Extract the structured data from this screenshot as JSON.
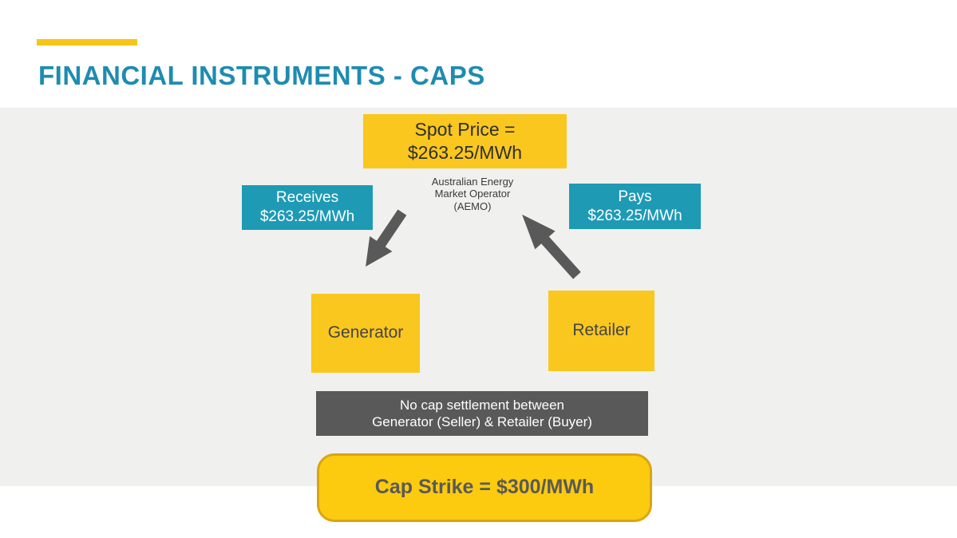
{
  "slide": {
    "title": "FINANCIAL INSTRUMENTS - CAPS"
  },
  "diagram": {
    "spot_price": {
      "line1": "Spot Price =",
      "line2": "$263.25/MWh"
    },
    "aemo": {
      "line1": "Australian Energy",
      "line2": "Market Operator",
      "line3": "(AEMO)"
    },
    "receives": {
      "line1": "Receives",
      "line2": "$263.25/MWh"
    },
    "pays": {
      "line1": "Pays",
      "line2": "$263.25/MWh"
    },
    "generator": {
      "label": "Generator"
    },
    "retailer": {
      "label": "Retailer"
    },
    "settlement": {
      "line1": "No cap settlement between",
      "line2": "Generator (Seller) & Retailer (Buyer)"
    },
    "cap_strike": {
      "label": "Cap Strike = $300/MWh"
    }
  },
  "colors": {
    "accent_yellow": "#F5C518",
    "box_yellow": "#FAC71E",
    "cap_fill_yellow": "#FCCB0F",
    "cap_border_yellow": "#D9A514",
    "teal": "#1E9AB5",
    "title_teal": "#1E8CB0",
    "dark_gray": "#595959",
    "band_gray": "#F0F0EE"
  }
}
